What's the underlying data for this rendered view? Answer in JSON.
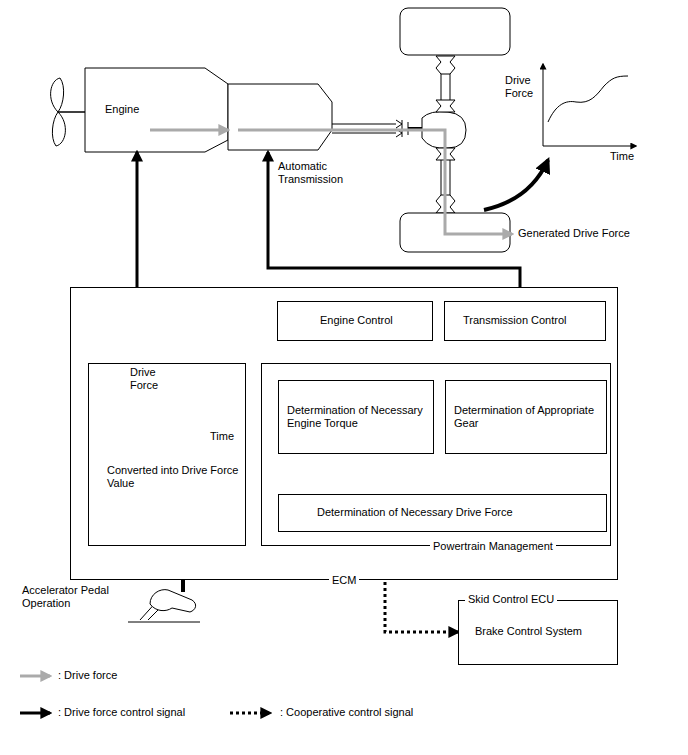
{
  "diagram": {
    "nodes": [
      {
        "text": [
          "Engine"
        ]
      },
      {
        "text": [
          "Automatic Transmission"
        ]
      },
      {
        "text": [
          "ECM"
        ]
      },
      {
        "text": [
          "Engine Control"
        ],
        "in": 2
      },
      {
        "text": [
          "Transmission Control"
        ],
        "in": 2
      },
      {
        "text": [
          "Converted into Drive Force Value"
        ],
        "in": 2
      },
      {
        "text": [
          "Powertrain Management"
        ],
        "in": 2
      },
      {
        "text": [
          "Determination of Necessary Engine Torque"
        ],
        "in": 6
      },
      {
        "text": [
          "Determination of Appropriate Gear"
        ],
        "in": 6
      },
      {
        "text": [
          "Determination of Necessary Drive Force"
        ],
        "in": 6
      },
      {
        "text": [
          "Skid Control ECU",
          "Brake Control System"
        ]
      }
    ],
    "edges": [
      {
        "from": 0,
        "to": 1,
        "arrow": "to"
      },
      {
        "from": 3,
        "to": 0,
        "arrow": "to"
      },
      {
        "from": 4,
        "to": 1,
        "arrow": "to"
      },
      {
        "from": 5,
        "to": 9,
        "arrow": "to"
      },
      {
        "from": 9,
        "to": 7,
        "arrow": "both"
      },
      {
        "from": 9,
        "to": 8,
        "arrow": "both"
      },
      {
        "from": 7,
        "to": 3,
        "arrow": "to"
      },
      {
        "from": 8,
        "to": 4,
        "arrow": "to"
      },
      {
        "from": 6,
        "to": 10,
        "arrow": "both"
      }
    ],
    "labels": [
      "Drive Force",
      "Time",
      "Generated Drive Force",
      "Drive Force",
      "Time",
      "Accelerator Pedal Operation"
    ],
    "legend": [
      {
        "text": ": Drive force"
      },
      {
        "text": ": Drive force control signal"
      },
      {
        "text": ": Cooperative control signal"
      }
    ]
  }
}
